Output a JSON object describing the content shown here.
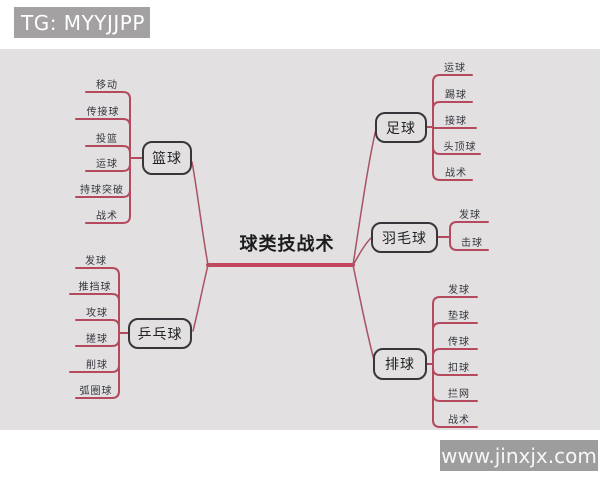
{
  "watermarks": {
    "top_left": "TG: MYYJJPP",
    "bottom_right": "www.jinxjx.com"
  },
  "mindmap": {
    "center": {
      "title": "球类技战术"
    },
    "branches": [
      {
        "label": "篮球",
        "side": "left",
        "children": [
          "移动",
          "传接球",
          "投篮",
          "运球",
          "持球突破",
          "战术"
        ]
      },
      {
        "label": "乒乓球",
        "side": "left",
        "children": [
          "发球",
          "推挡球",
          "攻球",
          "搓球",
          "削球",
          "弧圈球"
        ]
      },
      {
        "label": "足球",
        "side": "right",
        "children": [
          "运球",
          "踢球",
          "接球",
          "头顶球",
          "战术"
        ]
      },
      {
        "label": "羽毛球",
        "side": "right",
        "children": [
          "发球",
          "击球"
        ]
      },
      {
        "label": "排球",
        "side": "right",
        "children": [
          "发球",
          "垫球",
          "传球",
          "扣球",
          "拦网",
          "战术"
        ]
      }
    ]
  },
  "colors": {
    "canvas_bg": "#e2e0e1",
    "badge_bg": "#a4a1a3",
    "badge_bg_bottom": "#9d9d9d",
    "branch_line": "#b5495d",
    "center_underline": "#c2475e",
    "node_border": "#37373b"
  }
}
